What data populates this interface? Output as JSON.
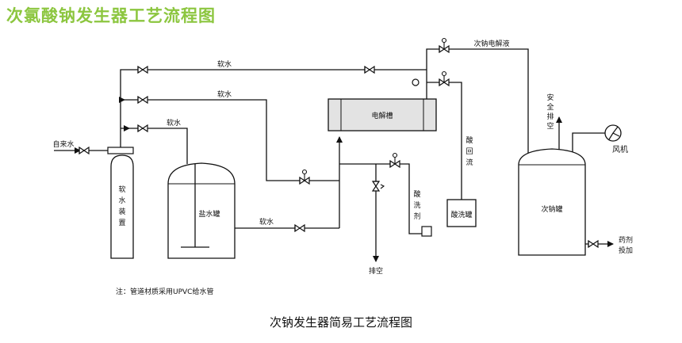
{
  "title": "次氯酸钠发生器工艺流程图",
  "colors": {
    "title": "#8cc63f",
    "line": "#111111",
    "electrolyzer_fill": "#e3e3e3"
  },
  "labels": {
    "tap_water": "自来水",
    "softener": [
      "软",
      "水",
      "装",
      "置"
    ],
    "soft_water_top": "软水",
    "soft_water_mid": "软水",
    "soft_water_brine": "软水",
    "soft_water_low": "软水",
    "brine_tank": "盐水罐",
    "electrolyzer": "电解槽",
    "hypo_liquid": "次钠电解液",
    "acid_return": [
      "酸",
      "回",
      "流"
    ],
    "acid_wash": [
      "酸",
      "洗",
      "剂"
    ],
    "acid_tank": "酸洗罐",
    "drain": "排空",
    "safety_vent": [
      "安",
      "全",
      "排",
      "空"
    ],
    "fan": "风机",
    "hypo_tank": "次钠罐",
    "dosing": [
      "药剂",
      "投加"
    ]
  },
  "icons": [
    "valve-icon",
    "check-valve-icon",
    "fan-icon",
    "gauge-icon",
    "flow-arrow-icon"
  ],
  "note": "注：管道材质采用UPVC给水管",
  "caption": "次钠发生器简易工艺流程图"
}
